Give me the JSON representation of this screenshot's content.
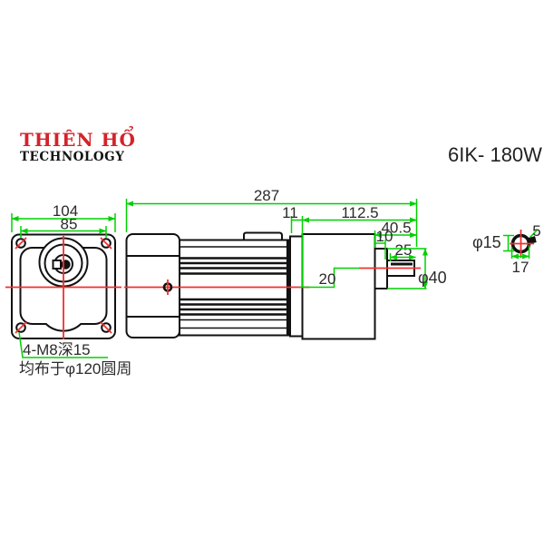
{
  "header": {
    "logo_line1": "THIÊN HỔ",
    "logo_line2": "TECHNOLOGY",
    "model": "6IK- 180W"
  },
  "colors": {
    "dim_line_green": "#00d000",
    "centerline_red": "#f03030",
    "drawing_black": "#111111",
    "logo_red": "#d4232a"
  },
  "front_view": {
    "dim_flange_width": "104",
    "dim_bolt_spacing": "85",
    "note_tapped_holes": "4-M8深15",
    "note_bolt_circle": "均布于φ120圆周"
  },
  "side_view": {
    "dim_total_length": "287",
    "dim_motor_to_gearhead_gap": "11",
    "dim_gearhead_with_shaft": "112.5",
    "dim_shaft_end_total": "40.5",
    "dim_boss_length": "10",
    "dim_shaft_length": "25",
    "dim_axis_offset": "20",
    "dim_boss_diameter": "φ40"
  },
  "shaft_detail": {
    "dim_shaft_diameter": "φ15",
    "dim_key_width": "5",
    "dim_across_key": "17"
  }
}
